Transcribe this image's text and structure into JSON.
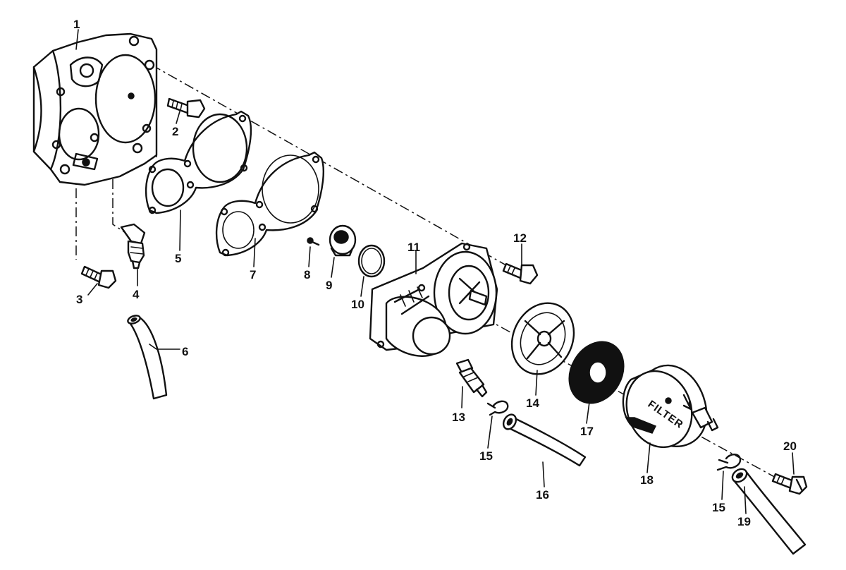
{
  "callouts": [
    {
      "id": "1",
      "label": "1"
    },
    {
      "id": "2",
      "label": "2"
    },
    {
      "id": "3",
      "label": "3"
    },
    {
      "id": "4",
      "label": "4"
    },
    {
      "id": "5",
      "label": "5"
    },
    {
      "id": "6",
      "label": "6"
    },
    {
      "id": "7",
      "label": "7"
    },
    {
      "id": "8",
      "label": "8"
    },
    {
      "id": "9",
      "label": "9"
    },
    {
      "id": "10",
      "label": "10"
    },
    {
      "id": "11",
      "label": "11"
    },
    {
      "id": "12",
      "label": "12"
    },
    {
      "id": "13",
      "label": "13"
    },
    {
      "id": "14",
      "label": "14"
    },
    {
      "id": "15a",
      "label": "15"
    },
    {
      "id": "15b",
      "label": "15"
    },
    {
      "id": "16",
      "label": "16"
    },
    {
      "id": "17",
      "label": "17"
    },
    {
      "id": "18",
      "label": "18"
    },
    {
      "id": "19",
      "label": "19"
    },
    {
      "id": "20",
      "label": "20"
    }
  ],
  "filter_text": "FILTER"
}
